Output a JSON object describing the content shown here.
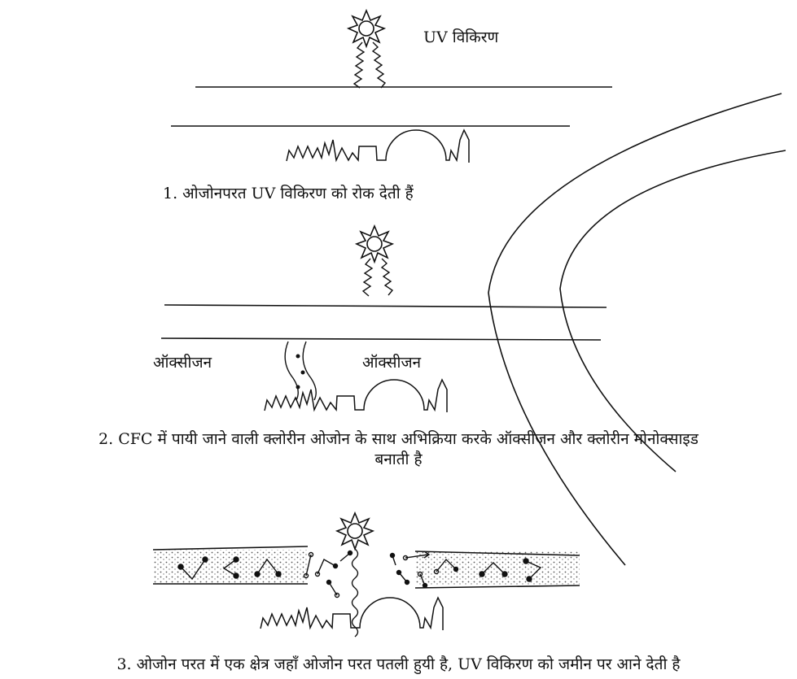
{
  "panel1": {
    "uv_label": "UV विकिरण",
    "caption": "1. ओजोनपरत UV विकिरण को रोक देती हैं"
  },
  "panel2": {
    "oxygen_left": "ऑक्सीजन",
    "oxygen_right": "ऑक्सीजन",
    "caption_line1": "2. CFC में पायी जाने वाली क्लोरीन ओजोन के साथ अभिक्रिया  करके ऑक्सीजन और क्लोरीन मोनोक्साइड",
    "caption_line2": "बनाती है"
  },
  "panel3": {
    "caption": "3. ओजोन परत में एक क्षेत्र जहाँ ओजोन परत पतली हुयी है, UV विकिरण को जमीन पर आने देती है"
  }
}
